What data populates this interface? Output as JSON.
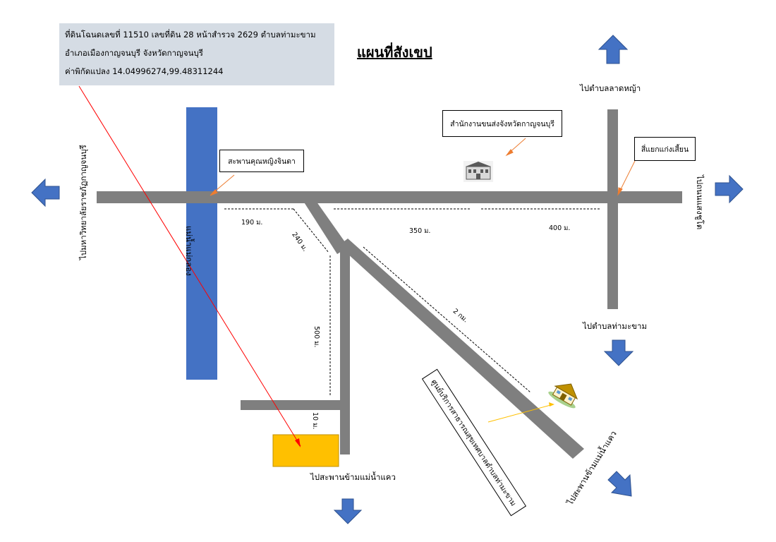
{
  "info": {
    "line1": "ที่ดินโฉนดเลขที่ 11510 เลขที่ดิน 28  หน้าสำรวจ 2629  ตำบลท่ามะขาม",
    "line2": "อำเภอเมืองกาญจนบุรี จังหวัดกาญจนบุรี",
    "line3": "ค่าพิกัดแปลง 14.04996274,99.48311244"
  },
  "title": "แผนที่สังเขป",
  "labels": {
    "north": "ไปตำบลลาดหญ้า",
    "south_right": "ไปตำบลท่ามะขาม",
    "east": "ไปถนนแสงชูโต",
    "west": "ไปมหาวิทยาลัยราชภัฏกาญจนบุรี",
    "river": "แม่น้ำแม่กลอง",
    "bottom_center": "ไปสะพานข้ามแม่น้ำแคว",
    "bottom_right": "ไปสะพานข้ามแม่น้ำแคว"
  },
  "callouts": {
    "bridge": "สะพานคุณหญิงจินดา",
    "transport_office": "สำนักงานขนส่งจังหวัดกาญจนบุรี",
    "intersection": "สี่แยกแก่งเสี้ยน",
    "health_center": "ศูนย์บริการสาธารณสุขเทศบาลตำบลท่ามะขาม"
  },
  "distances": {
    "d190": "190 ม.",
    "d240": "240 ม.",
    "d350": "350 ม.",
    "d400": "400 ม.",
    "d500": "500 ม.",
    "d2km": "2 กม.",
    "d10": "10 ม."
  },
  "colors": {
    "road": "#7f7f7f",
    "river": "#4472c4",
    "arrow": "#4472c4",
    "plot": "#ffc000",
    "info_bg": "#d5dce4",
    "pointer_red": "#ff0000",
    "pointer_orange": "#ed7d31",
    "pointer_yellow": "#ffc000"
  },
  "icons": [
    "arrow-up-icon",
    "arrow-down-icon",
    "arrow-left-icon",
    "arrow-right-icon",
    "building-icon",
    "house-icon"
  ]
}
